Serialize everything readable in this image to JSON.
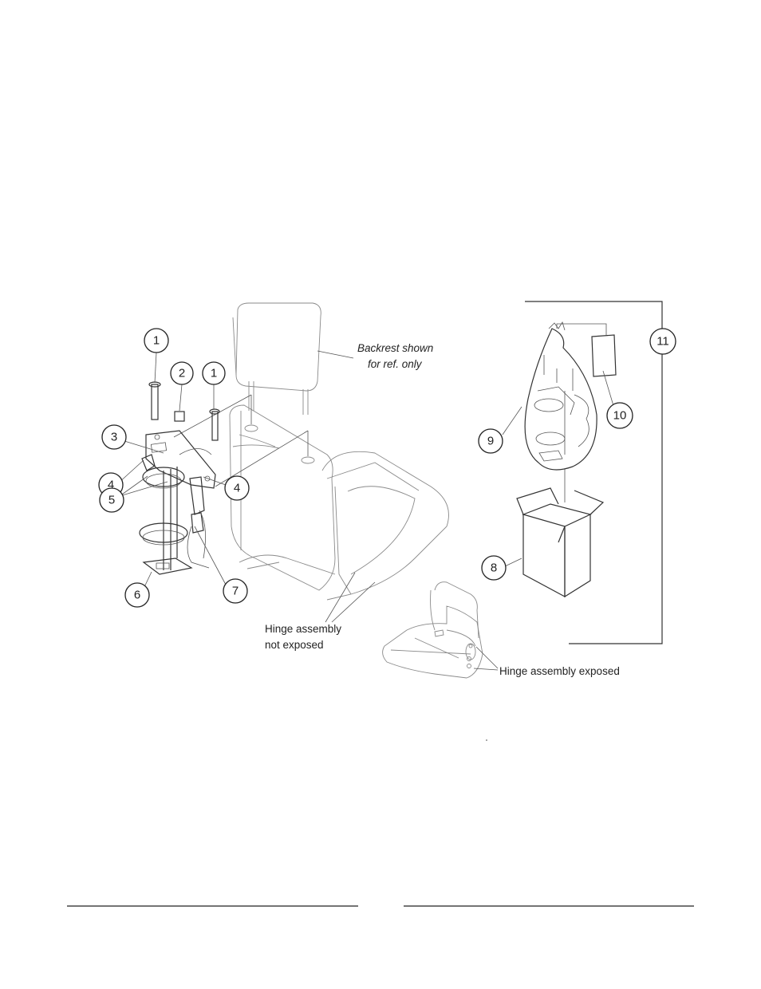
{
  "diagram": {
    "callouts": {
      "c1a": "1",
      "c2": "2",
      "c1b": "1",
      "c3": "3",
      "c4a": "4",
      "c5": "5",
      "c4b": "4",
      "c6": "6",
      "c7": "7",
      "c8": "8",
      "c9": "9",
      "c10": "10",
      "c11": "11"
    },
    "notes": {
      "backrest_line1": "Backrest shown",
      "backrest_line2": "for ref. only",
      "hinge_hidden_line1": "Hinge assembly",
      "hinge_hidden_line2": "not exposed",
      "hinge_exposed": "Hinge assembly exposed"
    }
  }
}
